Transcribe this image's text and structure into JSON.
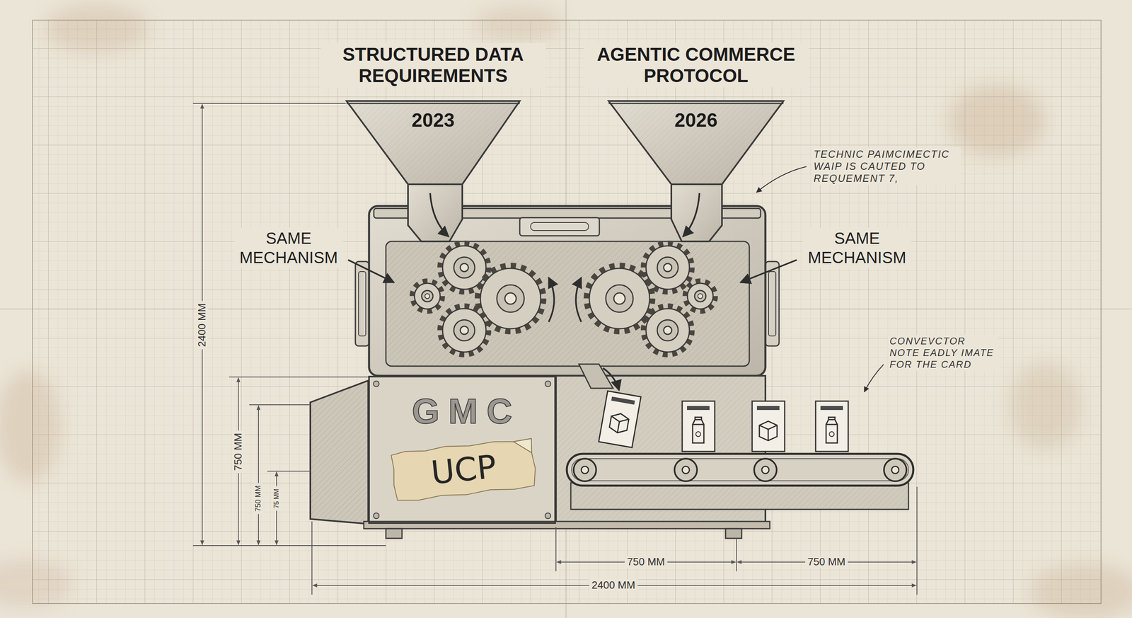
{
  "diagram": {
    "nodes": [
      {
        "text": [
          "STRUCTURED DATA REQUIREMENTS",
          "2023"
        ]
      },
      {
        "text": [
          "AGENTIC COMMERCE PROTOCOL",
          "2026"
        ]
      },
      {
        "text": [
          "GMC"
        ]
      },
      {
        "text": [
          "UCP"
        ],
        "in": 2
      }
    ],
    "labels": [
      "SAME MECHANISM",
      "SAME MECHANISM",
      "TECHNIC PAIMCIMECTIC WAIP IS CAUTED TO REQUEMENT 7,",
      "CONVEVCTOR NOTE EADLY IMATE FOR THE CARD",
      "2400 MM",
      "750 MM",
      "750 MM",
      "75 MM",
      "750 MM",
      "750 MM",
      "2400 MM"
    ]
  }
}
